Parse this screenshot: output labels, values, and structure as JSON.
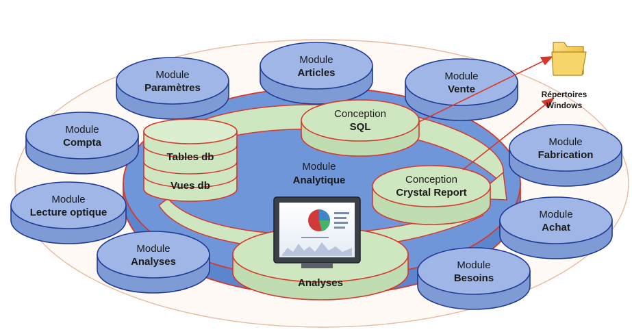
{
  "colors": {
    "module_fill": "#9fb6e6",
    "module_stroke": "#1f3a93",
    "core_blue": "#6f96d8",
    "core_green": "#cfe7c0",
    "red": "#d8362b",
    "folder": "#f3c94a"
  },
  "modules": {
    "parametres": {
      "line1": "Module",
      "line2": "Paramètres"
    },
    "articles": {
      "line1": "Module",
      "line2": "Articles"
    },
    "vente": {
      "line1": "Module",
      "line2": "Vente"
    },
    "compta": {
      "line1": "Module",
      "line2": "Compta"
    },
    "fabrication": {
      "line1": "Module",
      "line2": "Fabrication"
    },
    "lecture": {
      "line1": "Module",
      "line2": "Lecture optique"
    },
    "achat": {
      "line1": "Module",
      "line2": "Achat"
    },
    "analyses": {
      "line1": "Module",
      "line2": "Analyses"
    },
    "besoins": {
      "line1": "Module",
      "line2": "Besoins"
    }
  },
  "core": {
    "analytique": {
      "line1": "Module",
      "line2": "Analytique"
    },
    "sql": {
      "line1": "Conception",
      "line2": "SQL"
    },
    "crystal": {
      "line1": "Conception",
      "line2": "Crystal Report"
    },
    "tables": "Tables db",
    "vues": "Vues db",
    "analyses": "Analyses"
  },
  "folder": {
    "line1": "Répertoires",
    "line2": "Windows",
    "icon": "folder-icon"
  }
}
